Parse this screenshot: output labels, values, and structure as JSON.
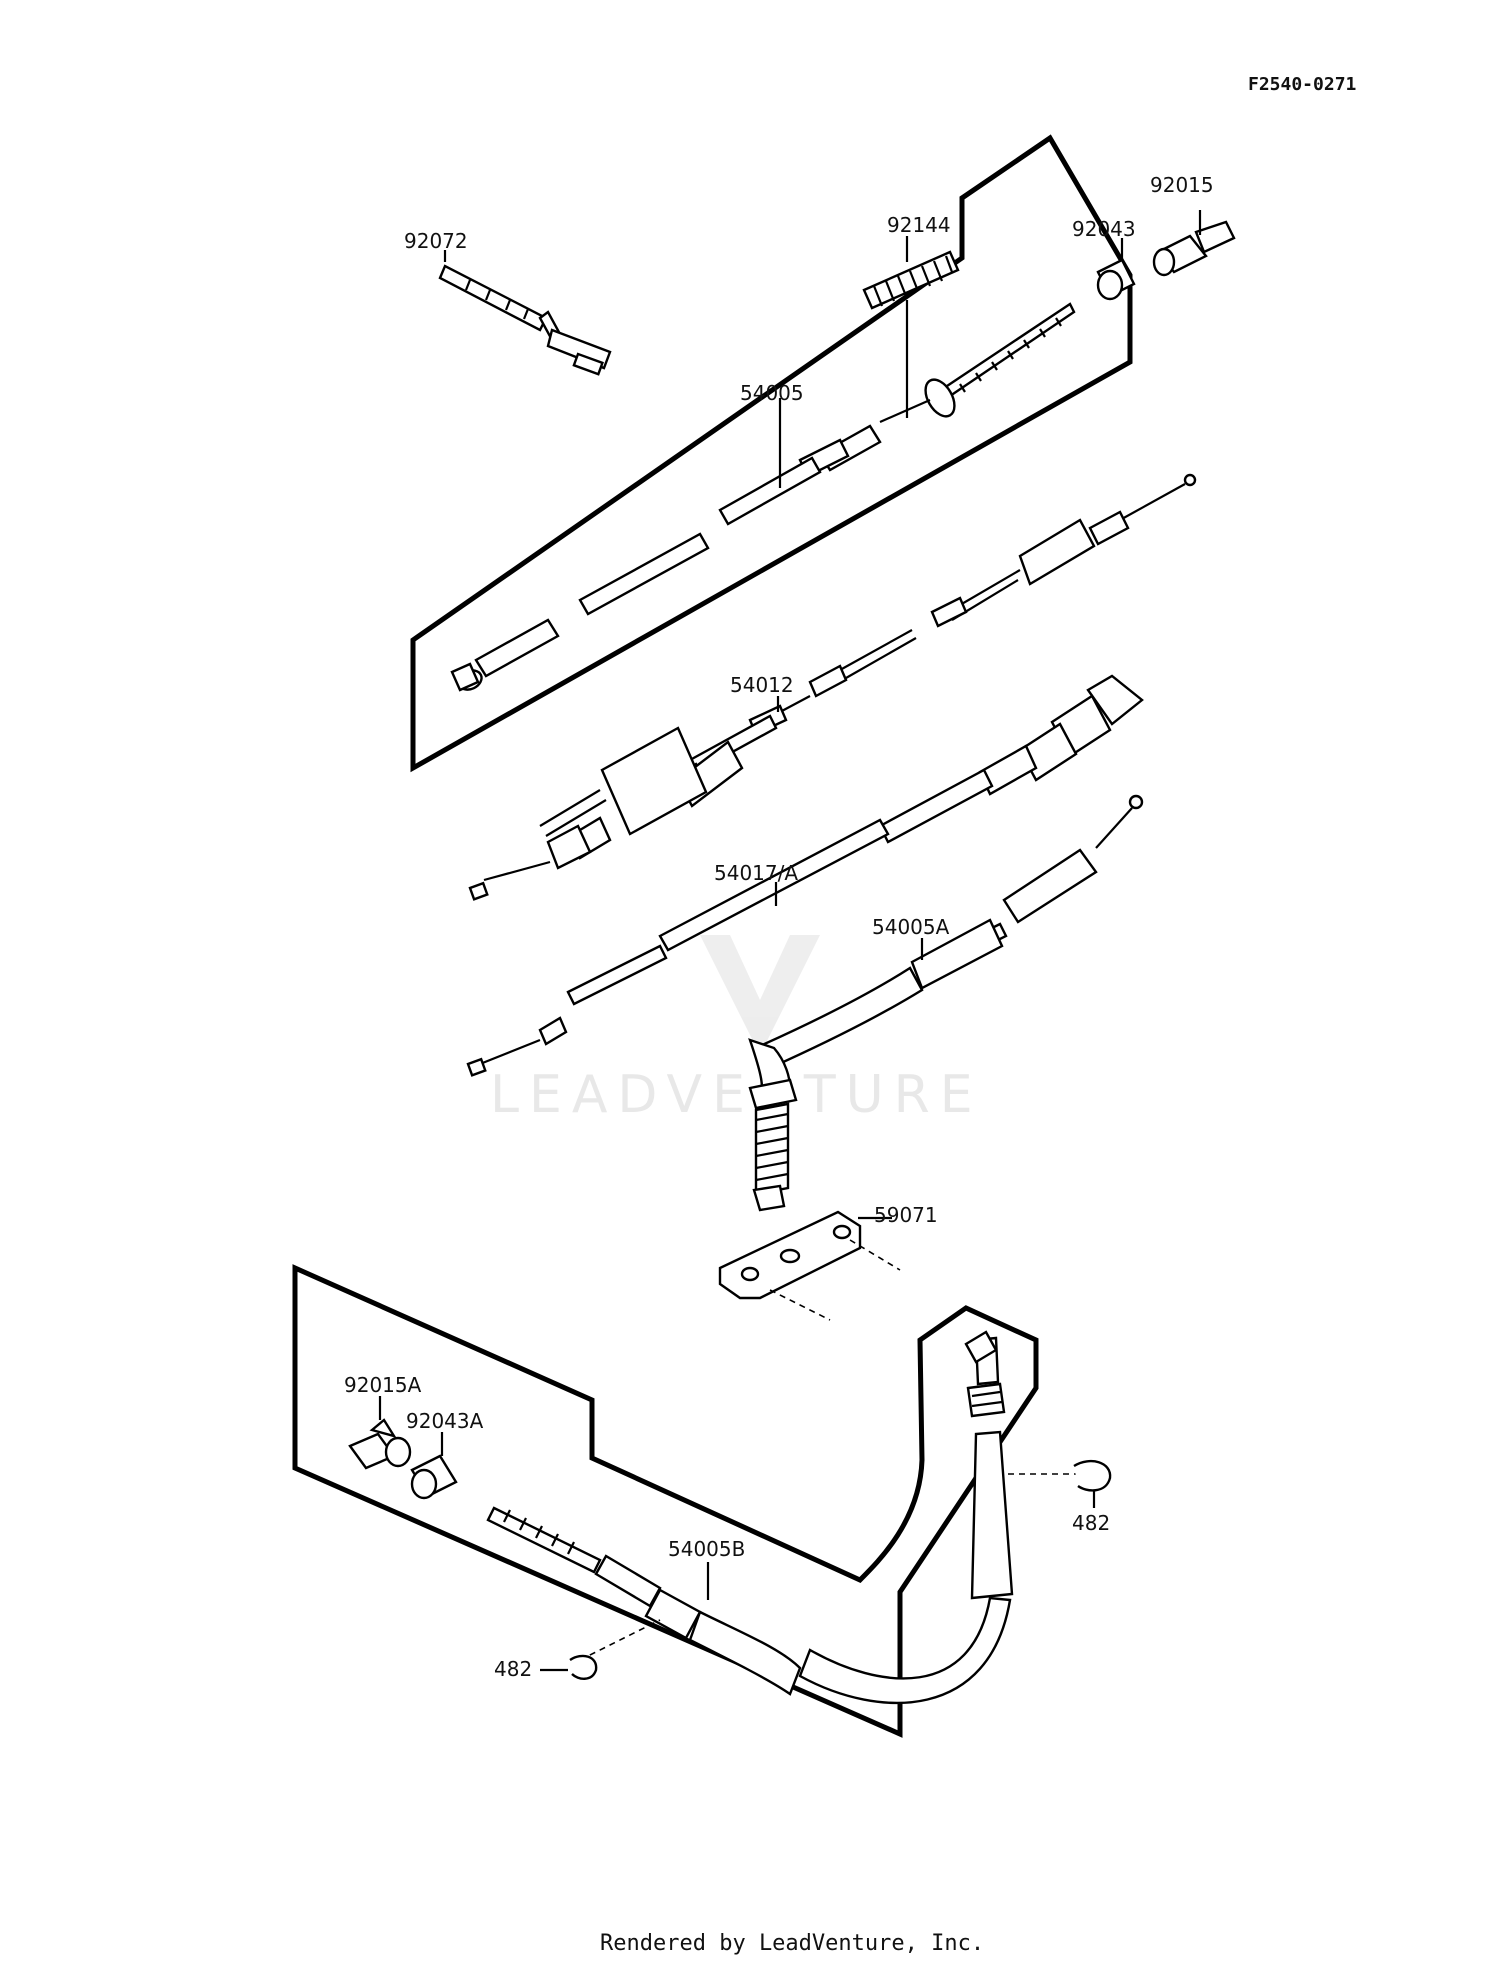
{
  "diagram_code": "F2540-0271",
  "watermark": "LEADVENTURE",
  "footer": "Rendered by LeadVenture, Inc.",
  "parts": {
    "p92072": "92072",
    "p92144": "92144",
    "p92043": "92043",
    "p92015": "92015",
    "p54005": "54005",
    "p54012": "54012",
    "p54017A": "54017/A",
    "p54005A": "54005A",
    "p59071": "59071",
    "p92015A": "92015A",
    "p92043A": "92043A",
    "p54005B": "54005B",
    "p482_right": "482",
    "p482_left": "482"
  }
}
